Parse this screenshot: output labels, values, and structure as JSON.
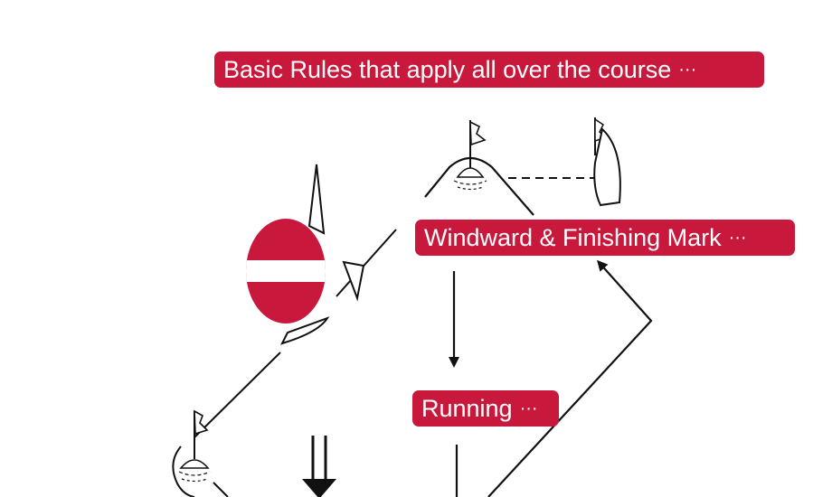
{
  "labels": {
    "basic_rules": "Basic Rules that apply all over the course",
    "windward": "Windward & Finishing Mark",
    "running": "Running"
  },
  "more_glyph": "···",
  "colors": {
    "label_bg": "#c8193c",
    "label_text": "#ffffff",
    "line": "#111111",
    "mark": "#c8193c"
  },
  "icons": [
    "red-buoy-mark",
    "flag-mark-icon",
    "sailboat-icon",
    "heavy-down-arrow-icon"
  ]
}
